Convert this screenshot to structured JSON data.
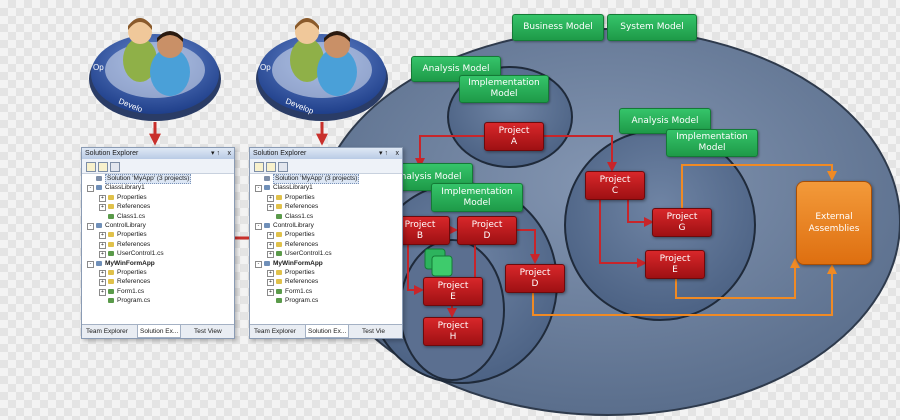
{
  "labels": {
    "business_model": "Business Model",
    "system_model": "System Model",
    "analysis_model": "Analysis Model",
    "implementation_model": "Implementation\nModel"
  },
  "projects": {
    "a": "Project\nA",
    "b": "Project\nB",
    "c": "Project\nC",
    "d1": "Project\nD",
    "d2": "Project\nD",
    "e1": "Project\nE",
    "e2": "Project\nE",
    "g": "Project\nG",
    "h": "Project\nH"
  },
  "external": "External\nAssemblies",
  "personas": {
    "left_ring_text": "Op",
    "left_ring_text2": "Develo",
    "right_ring_text": "Op",
    "right_ring_text2": "Develop"
  },
  "solution_explorer": {
    "title": "Solution Explorer",
    "pin": "▾ ↑",
    "close": "x",
    "rows": [
      {
        "text": "Solution 'MyApp' (3 projects)",
        "level": 0,
        "expander": "",
        "sel": true
      },
      {
        "text": "ClassLibrary1",
        "level": 0,
        "expander": "-"
      },
      {
        "text": "Properties",
        "level": 1,
        "expander": "+"
      },
      {
        "text": "References",
        "level": 1,
        "expander": "+"
      },
      {
        "text": "Class1.cs",
        "level": 1,
        "expander": ""
      },
      {
        "text": "ControlLibrary",
        "level": 0,
        "expander": "-"
      },
      {
        "text": "Properties",
        "level": 1,
        "expander": "+"
      },
      {
        "text": "References",
        "level": 1,
        "expander": "+"
      },
      {
        "text": "UserControl1.cs",
        "level": 1,
        "expander": "+"
      },
      {
        "text": "MyWinFormApp",
        "level": 0,
        "expander": "-",
        "bold": true
      },
      {
        "text": "Properties",
        "level": 1,
        "expander": "+"
      },
      {
        "text": "References",
        "level": 1,
        "expander": "+"
      },
      {
        "text": "Form1.cs",
        "level": 1,
        "expander": "+"
      },
      {
        "text": "Program.cs",
        "level": 1,
        "expander": ""
      }
    ],
    "tabs_left": [
      "Team Explorer",
      "Solution Ex...",
      "Test View"
    ],
    "tabs_right": [
      "Team Explorer",
      "Solution Ex...",
      "Test Vie"
    ]
  },
  "colors": {
    "ellipse": "#6b7f9b",
    "project": "#c81d20",
    "label": "#2db35d",
    "external": "#ee8a24",
    "connector_red": "#c8252a",
    "connector_orange": "#f08a24",
    "arrow_link": "#c9302c"
  }
}
